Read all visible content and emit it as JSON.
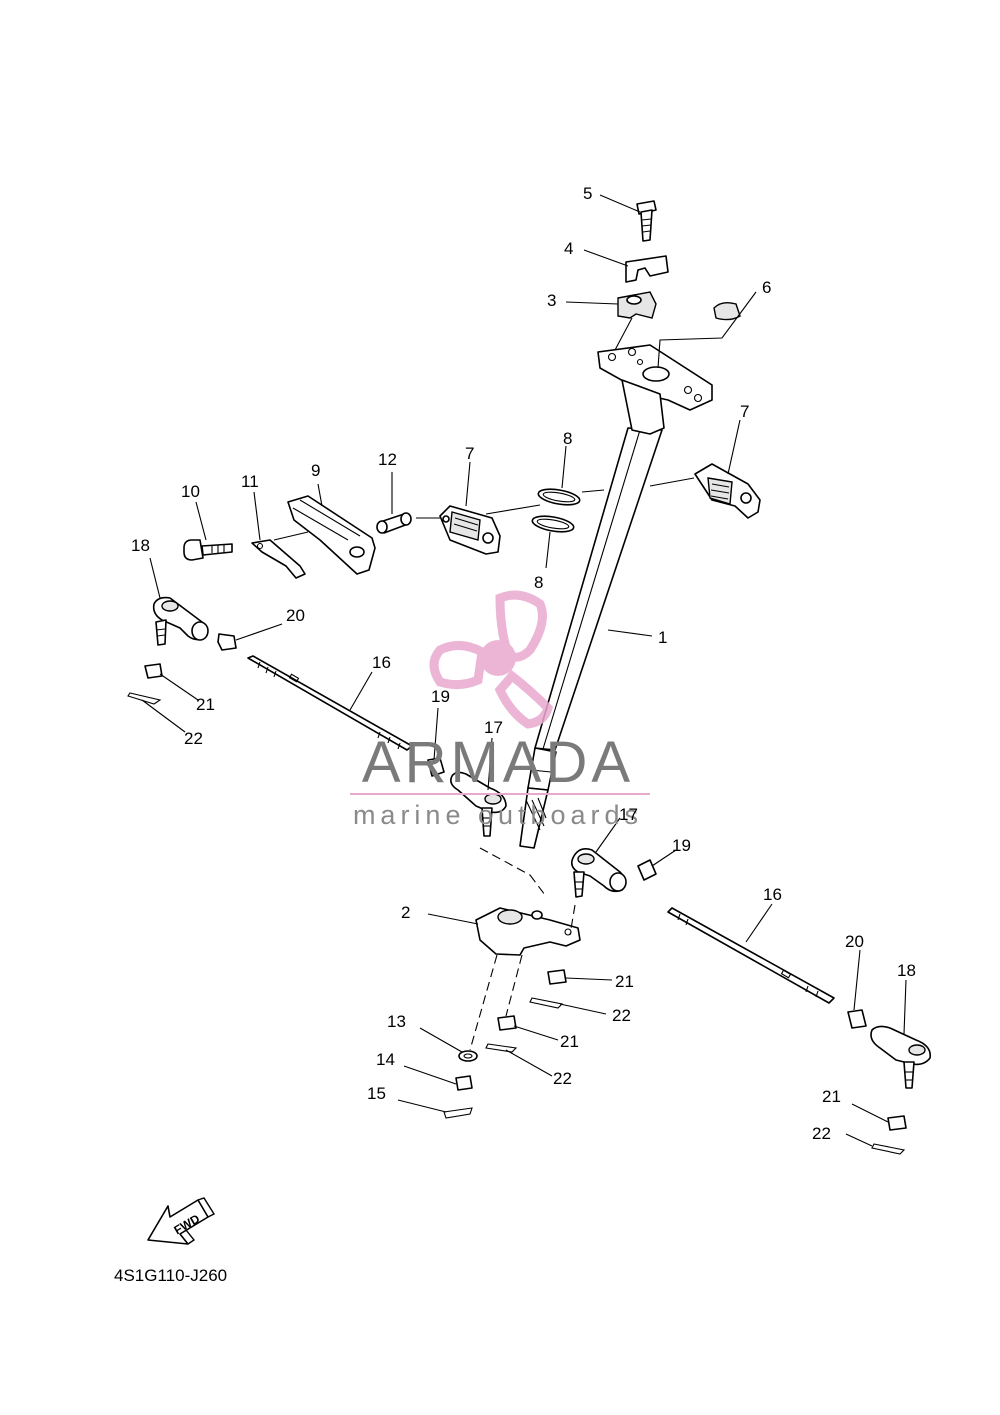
{
  "diagram": {
    "code": "4S1G110-J260",
    "fwd_label": "FWD",
    "watermark": {
      "brand": "ARMADA",
      "tagline": "marine outboards",
      "color": "#e9a9cf"
    },
    "callouts": {
      "c1": "1",
      "c2": "2",
      "c3": "3",
      "c4": "4",
      "c5": "5",
      "c6": "6",
      "c7a": "7",
      "c7b": "7",
      "c8a": "8",
      "c8b": "8",
      "c9": "9",
      "c10": "10",
      "c11": "11",
      "c12": "12",
      "c13": "13",
      "c14": "14",
      "c15": "15",
      "c16a": "16",
      "c16b": "16",
      "c17a": "17",
      "c17b": "17",
      "c18a": "18",
      "c18b": "18",
      "c19a": "19",
      "c19b": "19",
      "c20a": "20",
      "c20b": "20",
      "c21a": "21",
      "c21b": "21",
      "c21c": "21",
      "c21d": "21",
      "c22a": "22",
      "c22b": "22",
      "c22c": "22",
      "c22d": "22"
    }
  }
}
